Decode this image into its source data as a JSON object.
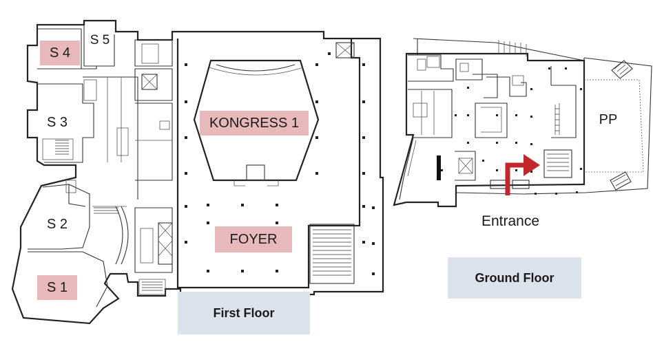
{
  "first_floor": {
    "rooms": {
      "s4": "S 4",
      "s5": "S 5",
      "s3": "S 3",
      "s2": "S 2",
      "s1": "S 1",
      "kongress": "KONGRESS 1",
      "foyer": "FOYER"
    },
    "floor_label": "First Floor"
  },
  "ground_floor": {
    "rooms": {
      "pp": "PP"
    },
    "entrance_label": "Entrance",
    "floor_label": "Ground Floor"
  },
  "colors": {
    "highlight": "#e8b9bb",
    "floor_box": "#dde3ec",
    "route_arrow": "#c0282d"
  }
}
